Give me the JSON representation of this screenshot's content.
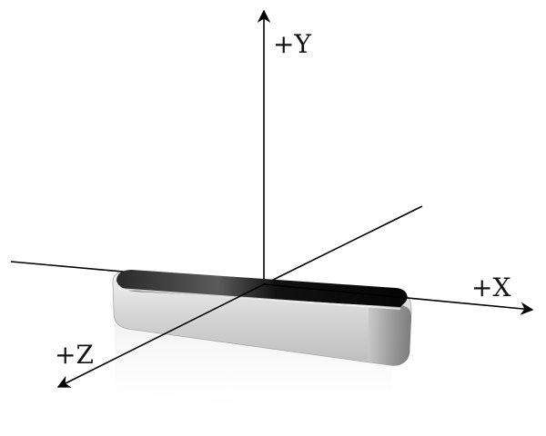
{
  "diagram": {
    "axes": {
      "y_label": "+Y",
      "x_label": "+X",
      "z_label": "+Z"
    },
    "device": {
      "body_color": "#d9d9d9",
      "top_glass_color": "#0b0b0b",
      "highlight_color": "#f4f4f4"
    },
    "axis_color": "#000000"
  }
}
